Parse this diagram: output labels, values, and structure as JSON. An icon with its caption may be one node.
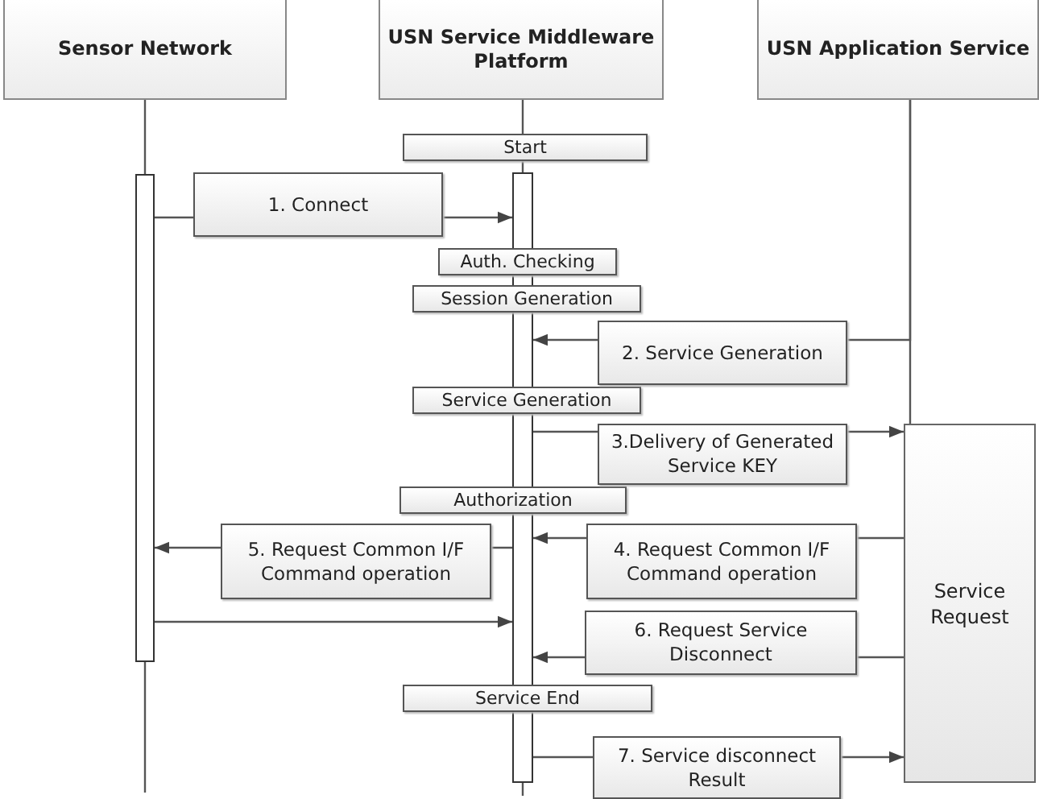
{
  "diagram": {
    "nodes": [
      {
        "text": [
          "Sensor Network"
        ]
      },
      {
        "text": [
          "USN Service Middleware Platform"
        ]
      },
      {
        "text": [
          "USN Application Service"
        ]
      },
      {
        "text": [
          "Start"
        ]
      },
      {
        "text": [],
        "shape": "bar"
      },
      {
        "text": [],
        "shape": "bar"
      },
      {
        "text": [
          "Auth. Checking"
        ]
      },
      {
        "text": [
          "Session Generation"
        ]
      },
      {
        "text": [
          "Service Generation"
        ]
      },
      {
        "text": [
          "Service Request"
        ]
      },
      {
        "text": [
          "Authorization"
        ]
      },
      {
        "text": [
          "Service End"
        ]
      }
    ],
    "edges": [
      {
        "from": 0,
        "to": 4,
        "arrow": "none"
      },
      {
        "from": 1,
        "to": 3,
        "arrow": "none"
      },
      {
        "from": 3,
        "to": 5,
        "arrow": "none"
      },
      {
        "from": 2,
        "to": 9,
        "arrow": "none"
      },
      {
        "from": 4,
        "to": 5,
        "arrow": "to",
        "label": "1. Connect"
      },
      {
        "from": 2,
        "to": 5,
        "arrow": "to",
        "label": "2. Service Generation"
      },
      {
        "from": 5,
        "to": 9,
        "arrow": "to",
        "label": "3.Delivery of Generated Service KEY"
      },
      {
        "from": 9,
        "to": 5,
        "arrow": "to",
        "label": "4. Request Common I/F Command operation"
      },
      {
        "from": 5,
        "to": 4,
        "arrow": "to",
        "label": "5. Request Common I/F Command operation"
      },
      {
        "from": 4,
        "to": 5,
        "arrow": "to"
      },
      {
        "from": 9,
        "to": 5,
        "arrow": "to",
        "label": "6. Request Service Disconnect"
      },
      {
        "from": 5,
        "to": 9,
        "arrow": "to",
        "label": "7. Service disconnect Result"
      }
    ]
  }
}
